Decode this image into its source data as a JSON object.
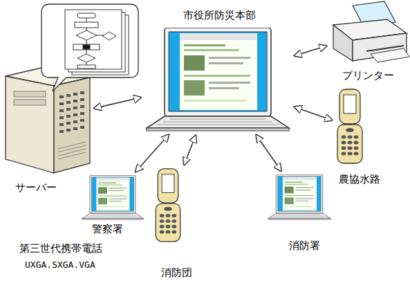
{
  "diagram": {
    "nodes": [
      {
        "text": [
          "市役所防災本部"
        ]
      },
      {
        "text": [
          "プリンター"
        ]
      },
      {
        "text": [
          "サーバー"
        ]
      },
      {
        "text": [
          "農協水路"
        ]
      },
      {
        "text": [
          "警察署"
        ]
      },
      {
        "text": [
          "消防署"
        ]
      },
      {
        "text": [
          "消防団"
        ]
      }
    ],
    "edges": [
      {
        "from": 0,
        "to": 1,
        "arrow": "both"
      },
      {
        "from": 0,
        "to": 2,
        "arrow": "both"
      },
      {
        "from": 0,
        "to": 3,
        "arrow": "both"
      },
      {
        "from": 0,
        "to": 4,
        "arrow": "both"
      },
      {
        "from": 0,
        "to": 5,
        "arrow": "both"
      },
      {
        "from": 0,
        "to": 6,
        "arrow": "both"
      }
    ],
    "labels": [
      "第三世代携帯電話",
      "UXGA.SXGA.VGA"
    ]
  }
}
